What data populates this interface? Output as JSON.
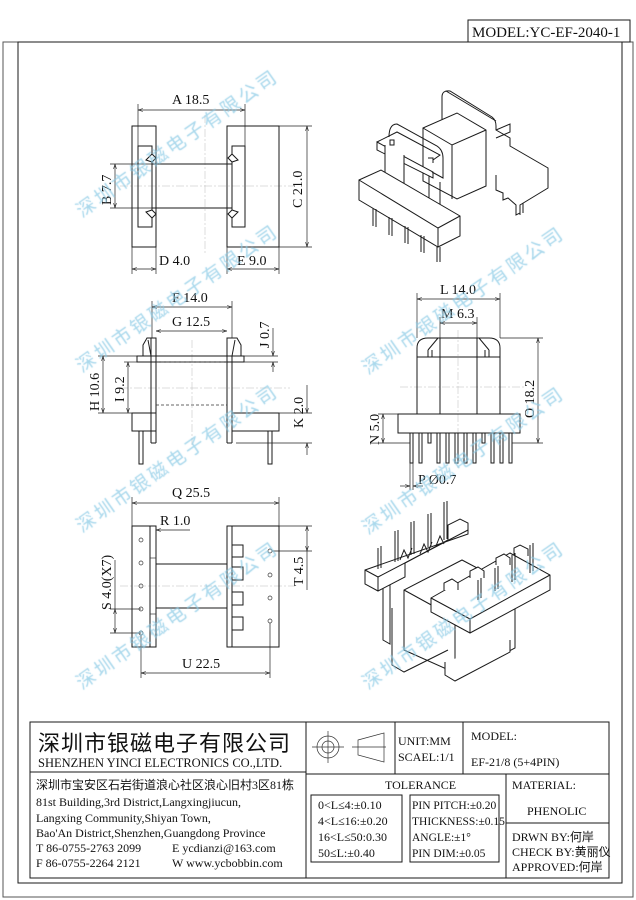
{
  "header": {
    "model_code": "MODEL:YC-EF-2040-1"
  },
  "watermark": "深圳市银磁电子有限公司",
  "dimensions": {
    "A": "A 18.5",
    "B": "B 7.7",
    "C": "C 21.0",
    "D": "D 4.0",
    "E": "E 9.0",
    "F": "F 14.0",
    "G": "G 12.5",
    "H": "H 10.6",
    "I": "I 9.2",
    "J": "J 0.7",
    "K": "K 2.0",
    "L": "L 14.0",
    "M": "M 6.3",
    "N": "N 5.0",
    "O": "O 18.2",
    "P": "P Ø0.7",
    "Q": "Q 25.5",
    "R": "R 1.0",
    "S": "S 4.0(X7)",
    "T": "T 4.5",
    "U": "U 22.5"
  },
  "title_block": {
    "company_cn": "深圳市银磁电子有限公司",
    "company_en": "SHENZHEN YINCI ELECTRONICS CO.,LTD.",
    "address_cn": "深圳市宝安区石岩街道浪心社区浪心旧村3区81栋",
    "address_en": [
      "81st Building,3rd District,Langxingjiucun,",
      "Langxing Community,Shiyan Town,",
      "Bao'An District,Shenzhen,Guangdong Province"
    ],
    "phone": "T 86-0755-2763 2099",
    "email": "E ycdianzi@163.com",
    "fax": "F 86-0755-2264 2121",
    "web": "W www.ycbobbin.com",
    "unit": "UNIT:MM",
    "scale": "SCAEL:1/1",
    "model_label": "MODEL:",
    "model_value": "EF-21/8 (5+4PIN)",
    "tolerance_title": "TOLERANCE",
    "tolerance_length": [
      "0<L≤4:±0.10",
      "4<L≤16:±0.20",
      "16<L≤50:0.30",
      "50≤L:±0.40"
    ],
    "tolerance_other": [
      "PIN PITCH:±0.20",
      "THICKNESS:±0.15",
      "ANGLE:±1°",
      "PIN DIM:±0.05"
    ],
    "material_label": "MATERIAL:",
    "material_value": "PHENOLIC",
    "drawn_by": "DRWN BY:何岸",
    "check_by": "CHECK BY:黄丽仪",
    "approved": "APPROVED:何岸"
  }
}
